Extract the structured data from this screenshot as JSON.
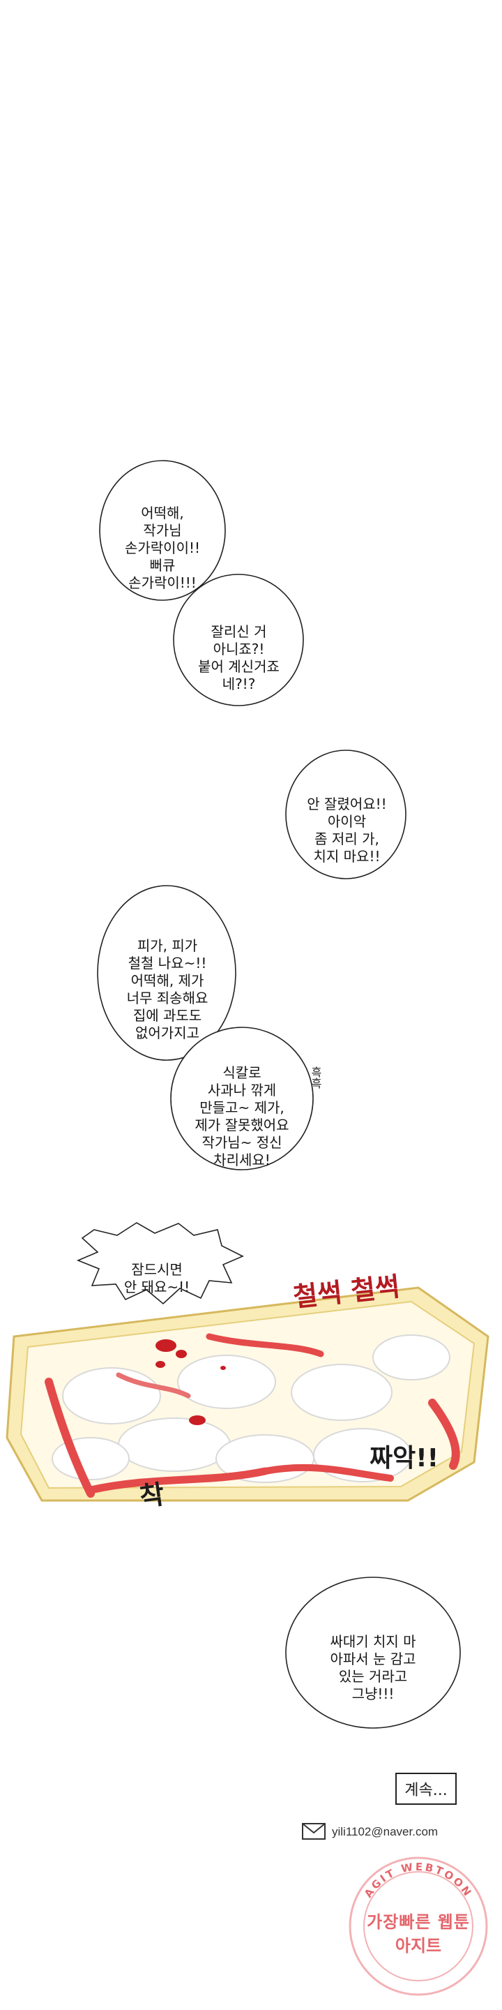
{
  "bubbles": [
    {
      "id": "b1",
      "lines": [
        "어떡해,",
        "작가님",
        "손가락이이!!",
        "뻐큐",
        "손가락이!!!"
      ]
    },
    {
      "id": "b2",
      "lines": [
        "잘리신 거",
        "아니죠?!",
        "붙어 계신거죠",
        "네?!?"
      ]
    },
    {
      "id": "b3",
      "lines": [
        "안 잘렸어요!!",
        "아이악",
        "좀 저리 가,",
        "치지 마요!!"
      ]
    },
    {
      "id": "b4",
      "lines": [
        "피가, 피가",
        "철철 나요~!!",
        "어떡해, 제가",
        "너무 죄송해요",
        "집에 과도도",
        "없어가지고"
      ]
    },
    {
      "id": "b5",
      "lines": [
        "식칼로",
        "사과나 깎게",
        "만들고~ 제가,",
        "제가 잘못했어요",
        "작가님~ 정신",
        "차리세요!"
      ]
    },
    {
      "id": "b6",
      "lines": [
        "잠드시면",
        "안 돼요~!!"
      ]
    },
    {
      "id": "b7",
      "lines": [
        "싸대기 치지 마",
        "아파서 눈 감고",
        "있는 거라고",
        "그냥!!!"
      ]
    }
  ],
  "sfx": {
    "sob": "흑흑",
    "slap_top": "철썩 철썩",
    "slap_right": "짜악!!",
    "slap_left": "착"
  },
  "footer": {
    "continue_label": "계속...",
    "email": "yili1102@naver.com",
    "mail_icon": "envelope-icon"
  },
  "watermark": {
    "ring_text": "AGIT WEBTOON",
    "line1": "가장빠른 웹툰",
    "line2": "아지트",
    "colors": {
      "main": "#e4666c"
    }
  }
}
